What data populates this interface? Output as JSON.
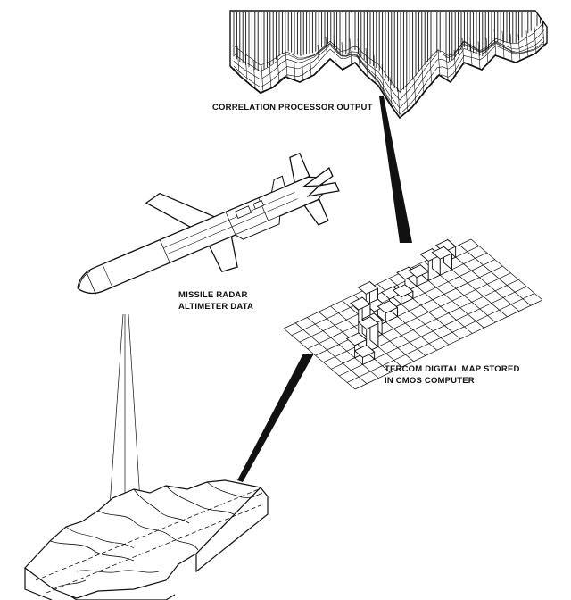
{
  "labels": {
    "correlation_output": "CORRELATION PROCESSOR OUTPUT",
    "radar_line1": "MISSILE RADAR",
    "radar_line2": "ALTIMETER DATA",
    "map_line1": "TERCOM DIGITAL MAP STORED",
    "map_line2": "IN CMOS COMPUTER"
  },
  "colors": {
    "ink": "#111111",
    "paper": "#ffffff"
  },
  "icons": {
    "missile": "cruise-missile-icon",
    "terrain": "terrain-block-icon",
    "grid": "digital-map-grid-icon",
    "surface": "correlation-surface-icon"
  }
}
